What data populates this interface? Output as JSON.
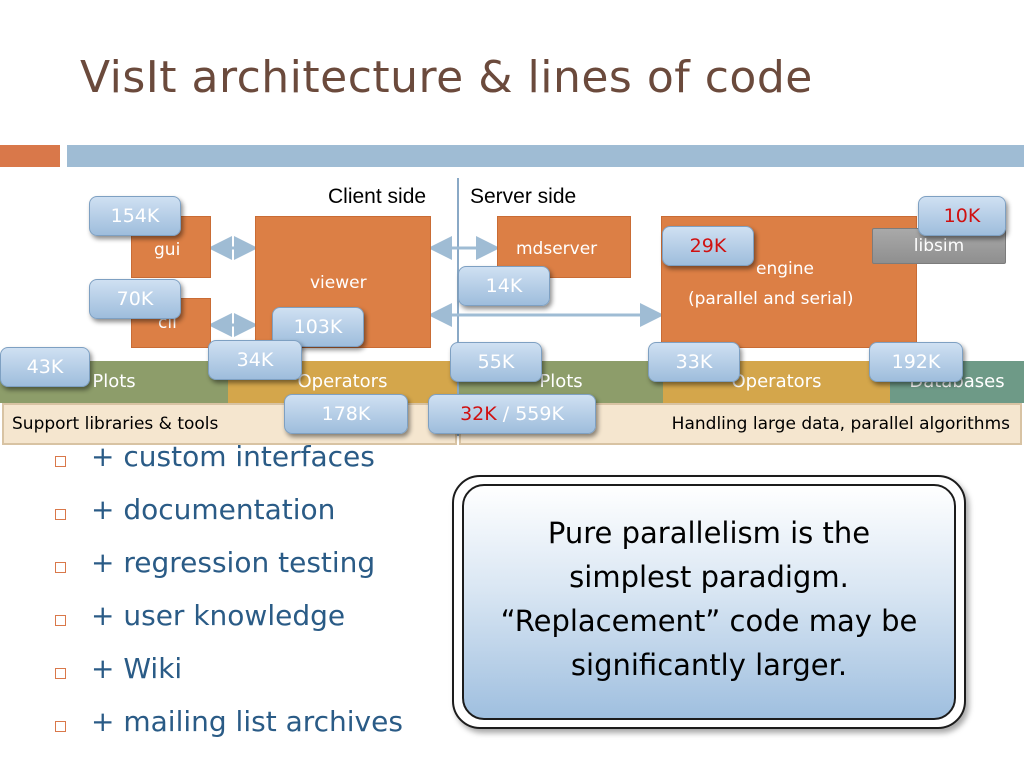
{
  "title": "VisIt architecture & lines of code",
  "client_label": "Client side",
  "server_label": "Server side",
  "components": {
    "gui": "gui",
    "cli": "cli",
    "viewer": "viewer",
    "mdserver": "mdserver",
    "engine_line1": "engine",
    "engine_line2": "(parallel and serial)",
    "libsim": "libsim"
  },
  "bands": {
    "client_plots": "Plots",
    "client_operators": "Operators",
    "server_plots": "Plots",
    "server_operators": "Operators",
    "databases": "Databases"
  },
  "support": {
    "left": "Support libraries & tools",
    "right": "Handling large data, parallel algorithms"
  },
  "badges": {
    "gui_loc": "154K",
    "cli_loc": "70K",
    "viewer_loc": "103K",
    "mdserver_loc": "14K",
    "engine_loc": "29K",
    "libsim_loc": "10K",
    "client_plots_loc": "43K",
    "client_operators_loc": "34K",
    "server_plots_loc": "55K",
    "server_operators_loc": "33K",
    "databases_loc": "192K",
    "support_loc": "178K",
    "parallel_loc": "32K",
    "total_sep": " / ",
    "total_loc": "559K"
  },
  "bullets": [
    "+ custom interfaces",
    "+ documentation",
    "+ regression testing",
    "+ user knowledge",
    "+ Wiki",
    "+ mailing list archives"
  ],
  "callout": {
    "line1": "Pure parallelism is the",
    "line2": "simplest paradigm.",
    "line3": "“Replacement” code may be",
    "line4": "significantly larger."
  },
  "colors": {
    "component": "#dc7f45",
    "title": "#6b4a3c",
    "accent_bar": "#9fbcd4",
    "red_text": "#d01010",
    "bullet_text": "#2a5b86"
  }
}
